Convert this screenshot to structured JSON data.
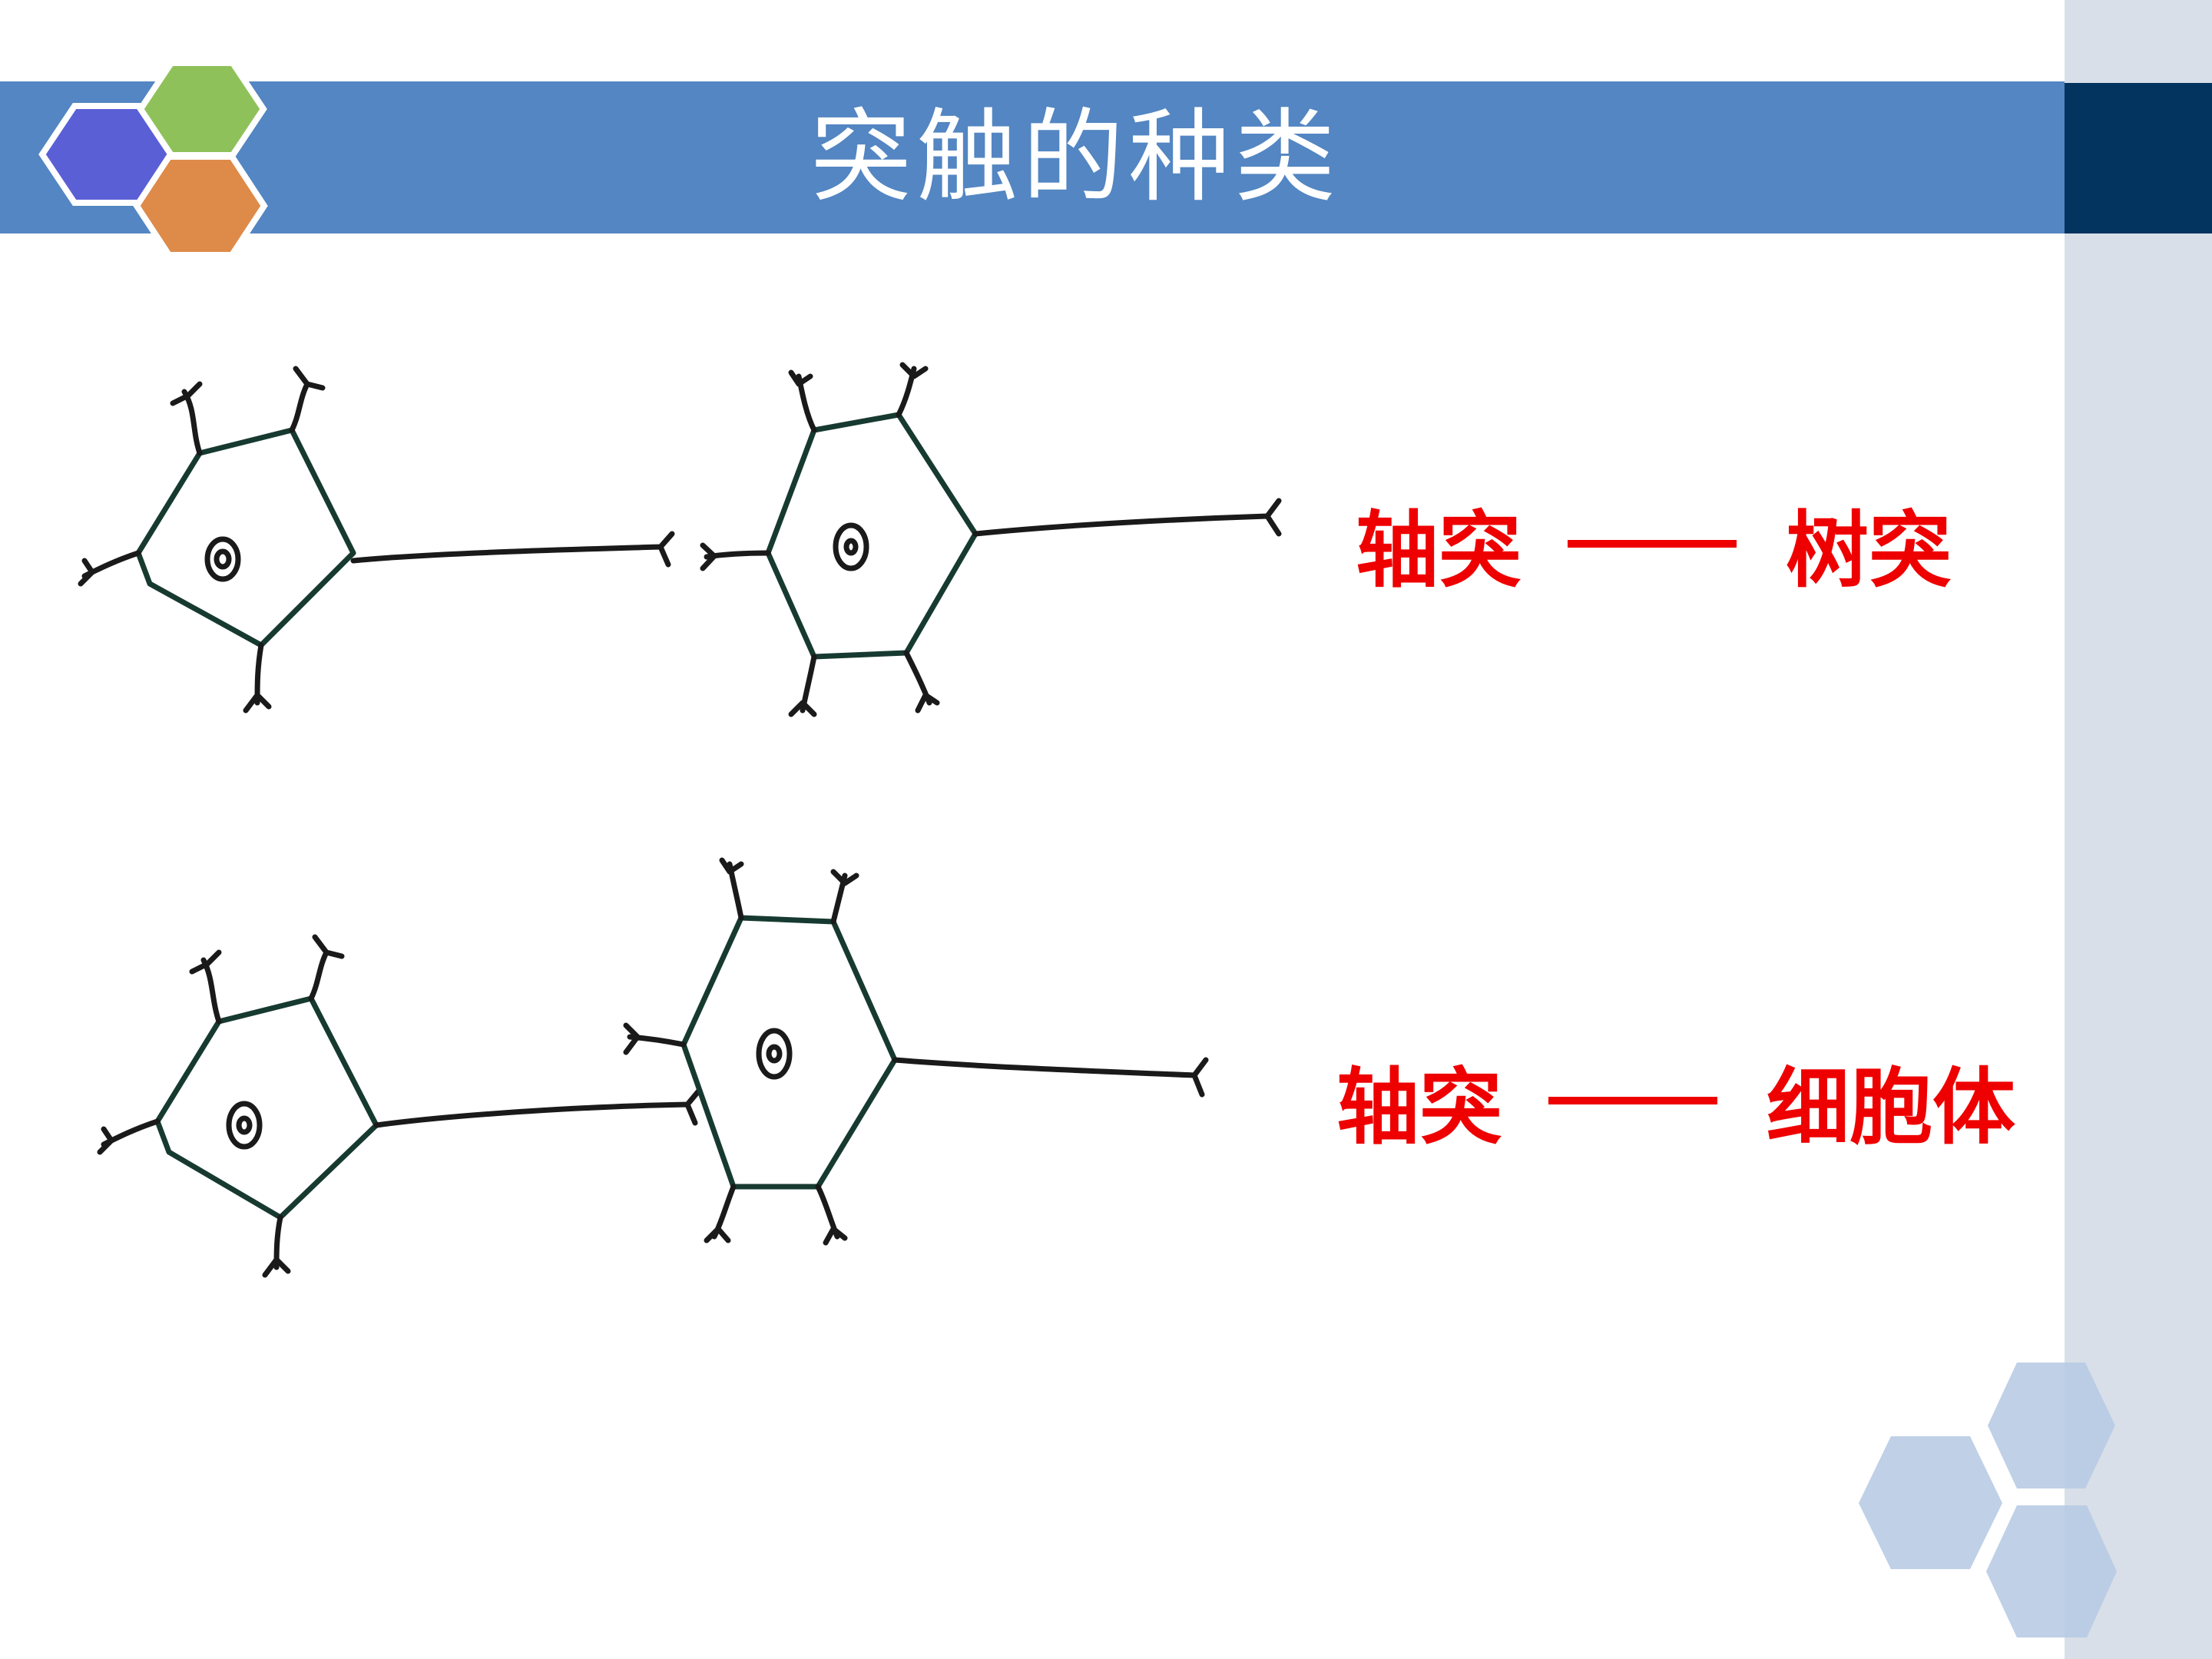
{
  "slide": {
    "title": "突触的种类",
    "types": [
      {
        "from": "轴突",
        "connector": "——",
        "to": "树突"
      },
      {
        "from": "轴突",
        "connector": "——",
        "to": "细胞体"
      }
    ]
  },
  "colors": {
    "title_bar": "#5386c2",
    "side_panel": "#d8dfe8",
    "side_accent": "#03335f",
    "label_red": "#ee0000",
    "hex_blue": "#5b5fd6",
    "hex_green": "#8fc15a",
    "hex_orange": "#de8a49",
    "hex_deco": "#b8cbe4"
  }
}
